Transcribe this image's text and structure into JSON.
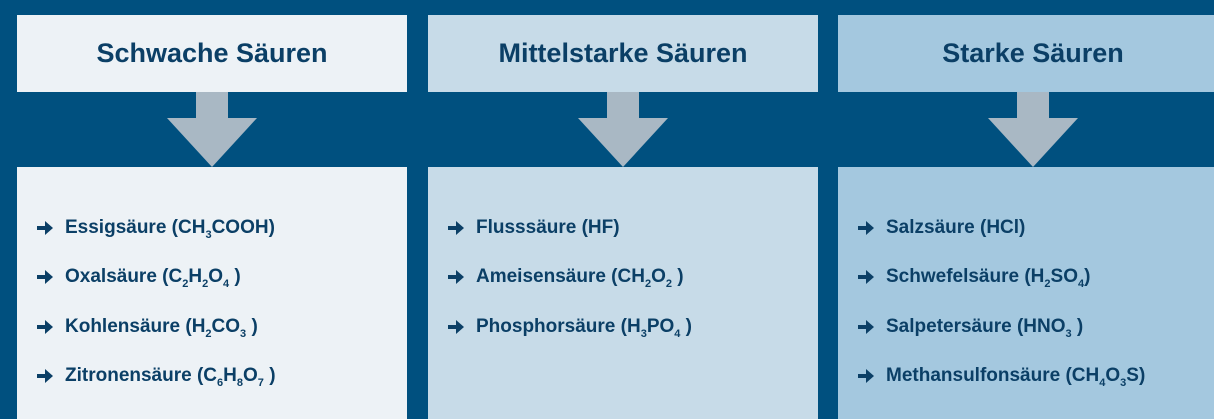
{
  "colors": {
    "background": "#00507f",
    "text": "#0b3f66",
    "arrow": "#a9b8c4",
    "weak_panel": "#edf2f6",
    "medium_panel": "#c7dbe8",
    "strong_panel": "#a4c8df"
  },
  "columns": [
    {
      "title": "Schwache Säuren",
      "items": [
        [
          {
            "t": "Essigsäure (CH"
          },
          {
            "sub": "3"
          },
          {
            "t": "COOH)"
          }
        ],
        [
          {
            "t": "Oxalsäure (C"
          },
          {
            "sub": "2"
          },
          {
            "t": "H"
          },
          {
            "sub": "2"
          },
          {
            "t": "O"
          },
          {
            "sub": "4"
          },
          {
            "t": " )"
          }
        ],
        [
          {
            "t": "Kohlensäure (H"
          },
          {
            "sub": "2"
          },
          {
            "t": "CO"
          },
          {
            "sub": "3"
          },
          {
            "t": " )"
          }
        ],
        [
          {
            "t": "Zitronensäure (C"
          },
          {
            "sub": "6"
          },
          {
            "t": "H"
          },
          {
            "sub": "8"
          },
          {
            "t": "O"
          },
          {
            "sub": "7"
          },
          {
            "t": " )"
          }
        ]
      ]
    },
    {
      "title": "Mittelstarke Säuren",
      "items": [
        [
          {
            "t": "Flusssäure (HF)"
          }
        ],
        [
          {
            "t": "Ameisensäure (CH"
          },
          {
            "sub": "2"
          },
          {
            "t": "O"
          },
          {
            "sub": "2"
          },
          {
            "t": " )"
          }
        ],
        [
          {
            "t": "Phosphorsäure (H"
          },
          {
            "sub": "3"
          },
          {
            "t": "PO"
          },
          {
            "sub": "4"
          },
          {
            "t": " )"
          }
        ]
      ]
    },
    {
      "title": "Starke Säuren",
      "items": [
        [
          {
            "t": "Salzsäure (HCl)"
          }
        ],
        [
          {
            "t": "Schwefelsäure (H"
          },
          {
            "sub": "2"
          },
          {
            "t": "SO"
          },
          {
            "sub": "4"
          },
          {
            "t": ")"
          }
        ],
        [
          {
            "t": "Salpetersäure (HNO"
          },
          {
            "sub": "3"
          },
          {
            "t": " )"
          }
        ],
        [
          {
            "t": "Methansulfonsäure (CH"
          },
          {
            "sub": "4"
          },
          {
            "t": "O"
          },
          {
            "sub": "3"
          },
          {
            "t": "S)"
          }
        ]
      ]
    }
  ]
}
